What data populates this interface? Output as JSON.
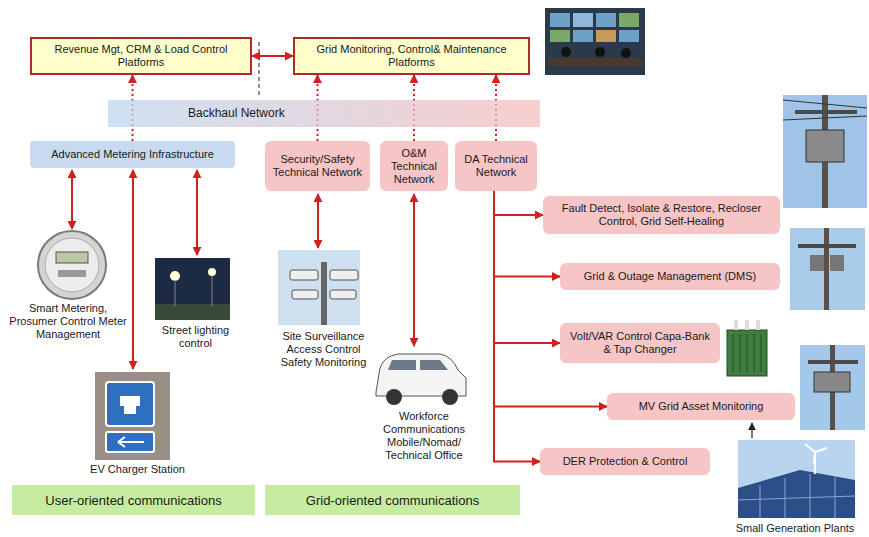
{
  "diagram": {
    "nodes": [
      {
        "text": [
          "Revenue Mgt, CRM & Load Control Platforms"
        ]
      },
      {
        "text": [
          "Grid Monitoring, Control& Maintenance Platforms"
        ]
      },
      {
        "text": [
          "Backhaul Network"
        ]
      },
      {
        "text": [
          "Advanced Metering Infrastructure"
        ]
      },
      {
        "text": [
          "Security/Safety Technical Network"
        ]
      },
      {
        "text": [
          "O&M Technical Network"
        ]
      },
      {
        "text": [
          "DA Technical Network"
        ]
      },
      {
        "text": [
          "Fault Detect, Isolate & Restore, Recloser Control, Grid Self-Healing"
        ]
      },
      {
        "text": [
          "Grid & Outage Management (DMS)"
        ]
      },
      {
        "text": [
          "Volt/VAR Control Capa-Bank & Tap Changer"
        ]
      },
      {
        "text": [
          "MV Grid Asset Monitoring"
        ]
      },
      {
        "text": [
          "DER Protection & Control"
        ]
      },
      {
        "text": [
          "User-oriented communications"
        ]
      },
      {
        "text": [
          "Grid-oriented communications"
        ]
      }
    ],
    "edges": [
      {
        "from": 0,
        "to": 1,
        "arrow": "both"
      },
      {
        "from": 3,
        "to": 0,
        "arrow": "to"
      },
      {
        "from": 4,
        "to": 1,
        "arrow": "to"
      },
      {
        "from": 5,
        "to": 1,
        "arrow": "to"
      },
      {
        "from": 6,
        "to": 1,
        "arrow": "to"
      },
      {
        "from": 6,
        "to": 7,
        "arrow": "to"
      },
      {
        "from": 6,
        "to": 8,
        "arrow": "to"
      },
      {
        "from": 6,
        "to": 9,
        "arrow": "to"
      },
      {
        "from": 6,
        "to": 10,
        "arrow": "to"
      },
      {
        "from": 6,
        "to": 11,
        "arrow": "to"
      }
    ],
    "labels": [
      "Smart Metering, Prosumer Control Meter Management",
      "Street lighting control",
      "EV Charger Station",
      "Site Surveillance Access Control Safety Monitoring",
      "Workforce Communications Mobile/Nomad/ Technical Office",
      "Small Generation Plants"
    ]
  }
}
